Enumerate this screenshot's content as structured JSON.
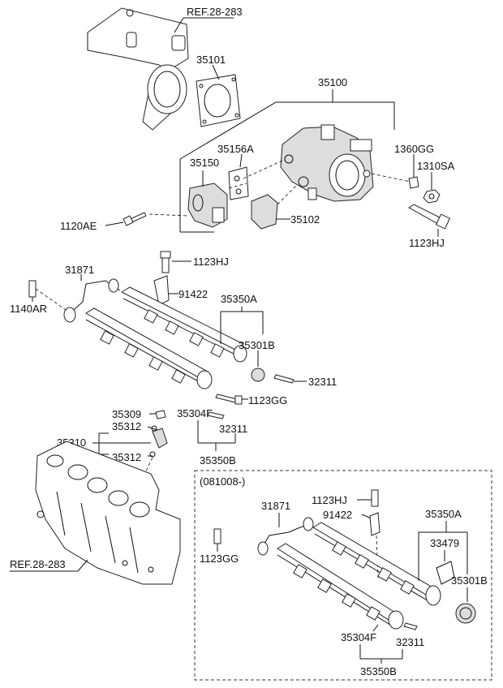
{
  "refs": {
    "top": "REF.28-283",
    "bottom": "REF.28-283"
  },
  "labels": {
    "p35101": "35101",
    "p35100": "35100",
    "p35156A": "35156A",
    "p35150": "35150",
    "p1360GG": "1360GG",
    "p1310SA": "1310SA",
    "p1120AE": "1120AE",
    "p35102": "35102",
    "p1123HJ_a": "1123HJ",
    "p1123HJ_b": "1123HJ",
    "p31871": "31871",
    "p91422": "91422",
    "p35350A": "35350A",
    "p1140AR": "1140AR",
    "p35301B": "35301B",
    "p32311_a": "32311",
    "p1123GG": "1123GG",
    "p35309": "35309",
    "p35304F": "35304F",
    "p35312_a": "35312",
    "p32311_b": "32311",
    "p35310": "35310",
    "p35312_b": "35312",
    "p35350B": "35350B"
  },
  "inset": {
    "header": "(081008-)",
    "labels": {
      "p1123HJ": "1123HJ",
      "p31871": "31871",
      "p91422": "91422",
      "p35350A": "35350A",
      "p33479": "33479",
      "p1123GG": "1123GG",
      "p35301B": "35301B",
      "p35304F": "35304F",
      "p32311": "32311",
      "p35350B": "35350B"
    }
  }
}
